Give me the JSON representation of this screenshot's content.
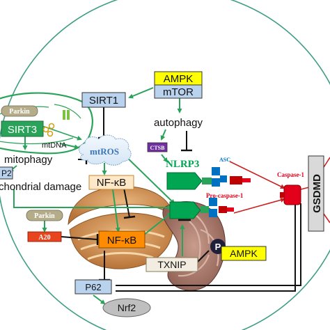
{
  "diagram": {
    "colors": {
      "cell_membrane": "#3f9e86",
      "arrow_green": "#2aa35a",
      "arrow_red": "#cc1f1f",
      "inhibit_black": "#111111",
      "box_yellow": "#ffff00",
      "box_lightblue": "#b9d3ee",
      "box_orange": "#ff8c00",
      "box_red": "#e8441e",
      "box_purple": "#7030a0",
      "box_grey": "#bfbfbf",
      "nlrp3_green": "#00a651",
      "asc_blue": "#0070c0",
      "caspase_red": "#e3001b"
    },
    "labels": {
      "ampk_top": "AMPK",
      "mtor": "mTOR",
      "sirt1": "SIRT1",
      "autophagy": "autophagy",
      "ctsb": "CTSB",
      "parkin_top": "Parkin",
      "sirt3": "SIRT3",
      "mtdna": "mtDNA",
      "mitophagy": "mitophagy",
      "mtros": "mtROS",
      "nlrp3": "NLRP3",
      "asc": "ASC",
      "pro_caspase": "Pro-caspase-1",
      "caspase1": "Caspase-1",
      "gsdmd": "GSDMD",
      "p2": "P2",
      "mito_damage": "chondrial damage",
      "nfkb_top": "NF-κB",
      "parkin_bottom": "Parkin",
      "a20": "A20",
      "nfkb_bottom": "NF-κB",
      "txnip": "TXNIP",
      "p_badge": "P",
      "ampk_bottom": "AMPK",
      "p62": "P62",
      "nrf2": "Nrf2"
    }
  }
}
